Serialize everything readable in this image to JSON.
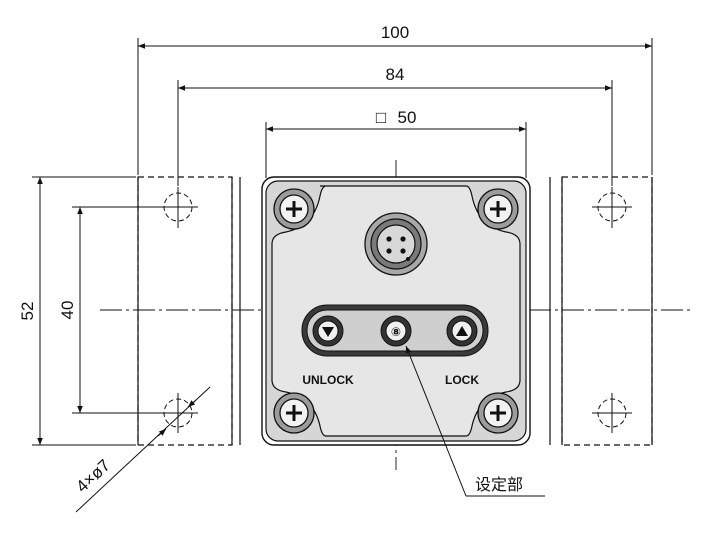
{
  "dimensions": {
    "overall_width": "100",
    "hole_pitch_x": "84",
    "body_square_symbol": "□",
    "body_square": "50",
    "overall_height": "52",
    "hole_pitch_y": "40",
    "hole_callout": "4×ø7"
  },
  "buttons": {
    "unlock_label": "UNLOCK",
    "lock_label": "LOCK"
  },
  "callout": {
    "setting_section": "设定部"
  }
}
